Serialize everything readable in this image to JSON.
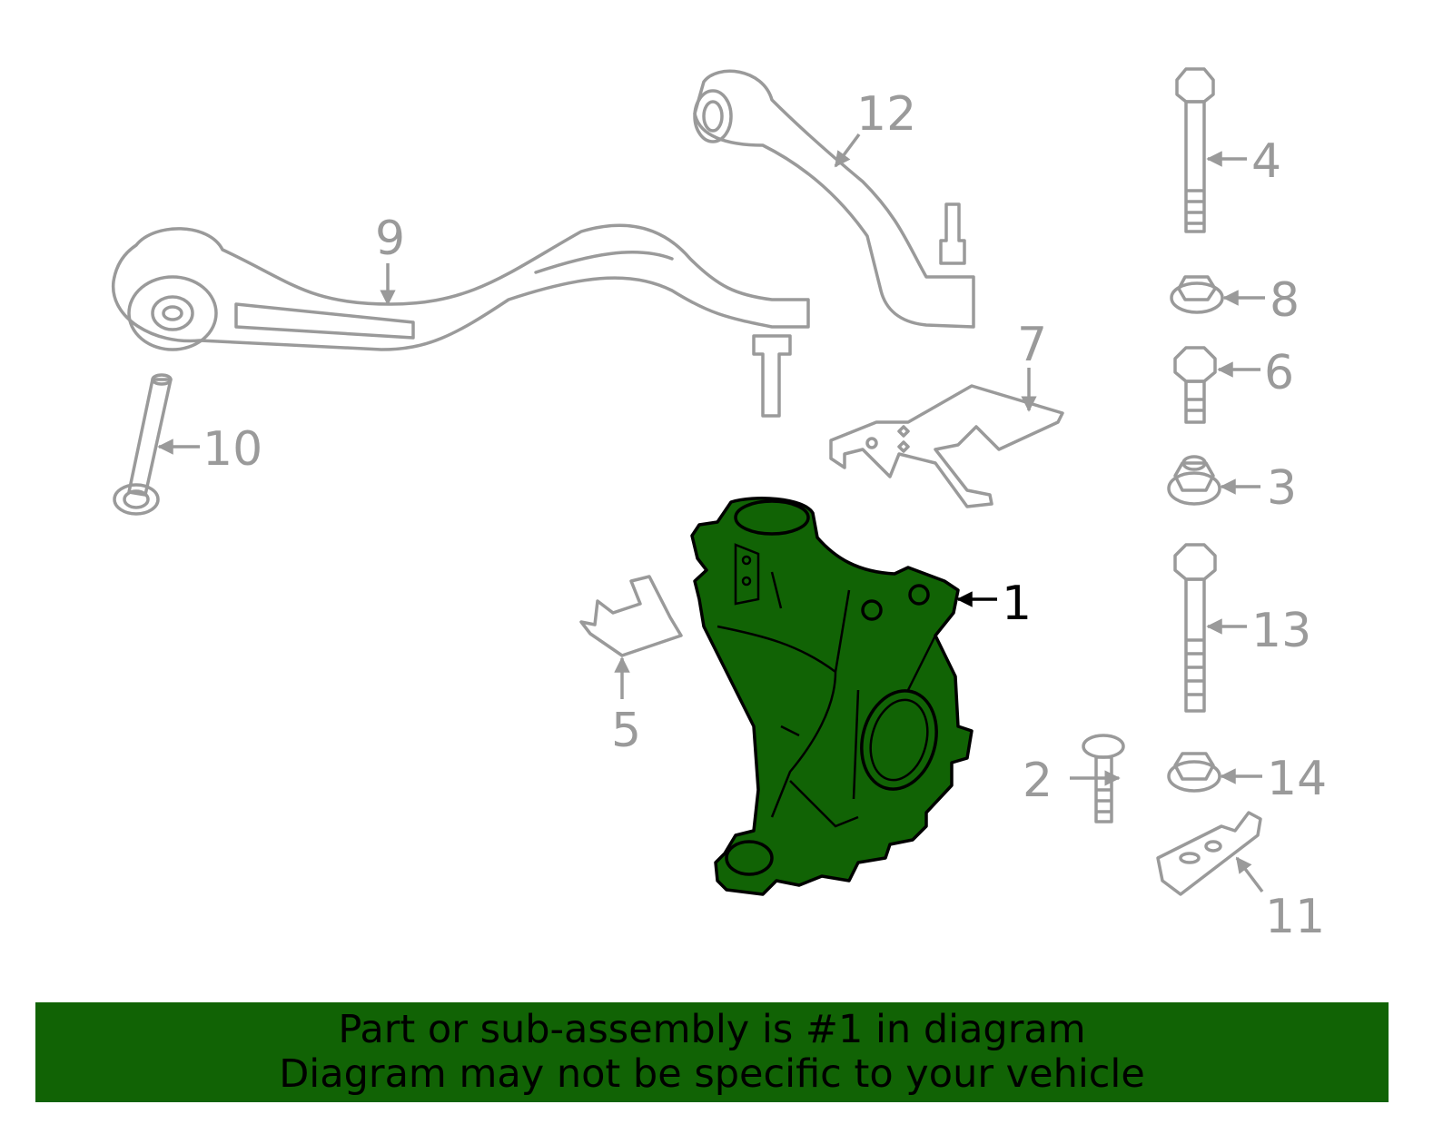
{
  "diagram": {
    "callouts": {
      "c1": "1",
      "c2": "2",
      "c3": "3",
      "c4": "4",
      "c5": "5",
      "c6": "6",
      "c7": "7",
      "c8": "8",
      "c9": "9",
      "c10": "10",
      "c11": "11",
      "c12": "12",
      "c13": "13",
      "c14": "14"
    },
    "highlight_color": "#116305",
    "part_color": "#9a9a9a"
  },
  "banner": {
    "line1": "Part or sub-assembly is #1 in diagram",
    "line2": "Diagram may not be specific to your vehicle"
  }
}
